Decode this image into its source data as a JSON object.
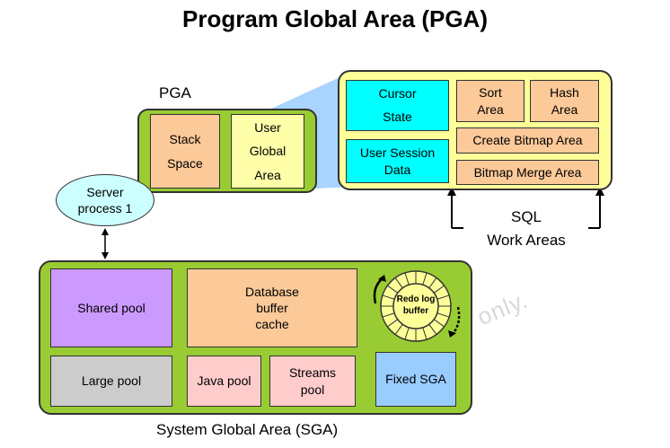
{
  "title": "Program Global Area (PGA)",
  "pga": {
    "label": "PGA",
    "stack_space": "Stack\nSpace",
    "user_global_area": "User\nGlobal\nArea"
  },
  "uga_detail": {
    "cursor_state": "Cursor\nState",
    "sort_area": "Sort\nArea",
    "hash_area": "Hash\nArea",
    "create_bitmap_area": "Create Bitmap Area",
    "user_session_data": "User Session\nData",
    "bitmap_merge_area": "Bitmap Merge Area",
    "sql_work_areas": "SQL\nWork Areas"
  },
  "server_process": "Server\nprocess 1",
  "sga": {
    "label": "System Global Area (SGA)",
    "shared_pool": "Shared pool",
    "database_buffer_cache": "Database\nbuffer\ncache",
    "redo_log_buffer": "Redo log\nbuffer",
    "large_pool": "Large pool",
    "java_pool": "Java pool",
    "streams_pool": "Streams\npool",
    "fixed_sga": "Fixed SGA"
  },
  "watermark": "NIIT Antilles use only.",
  "colors": {
    "green": "#99cc33",
    "light_yellow": "#ffff99",
    "peach": "#fcc999",
    "cyan": "#00ffff",
    "purple": "#cc99ff",
    "gray": "#cccccc",
    "pink": "#ffcccc",
    "blue": "#99ccff",
    "server_fill": "#ccffff"
  }
}
